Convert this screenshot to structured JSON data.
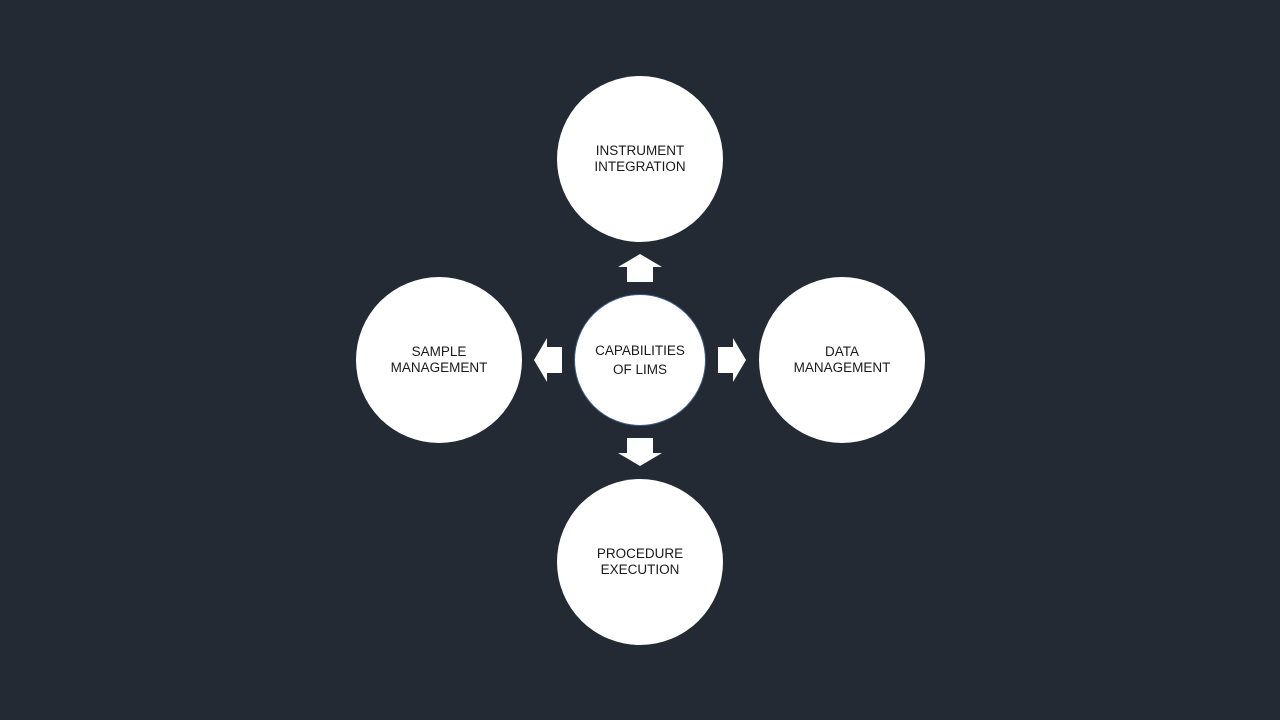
{
  "diagram": {
    "center": {
      "label": "CAPABILITIES\nOF LIMS"
    },
    "nodes": {
      "top": {
        "label": "INSTRUMENT\nINTEGRATION"
      },
      "left": {
        "label": "SAMPLE\nMANAGEMENT"
      },
      "right": {
        "label": "DATA\nMANAGEMENT"
      },
      "bottom": {
        "label": "PROCEDURE\nEXECUTION"
      }
    }
  },
  "colors": {
    "background": "#242a33",
    "shape_fill": "#ffffff",
    "text": "#1a1a1a",
    "center_outline": "#3a5a8c"
  }
}
